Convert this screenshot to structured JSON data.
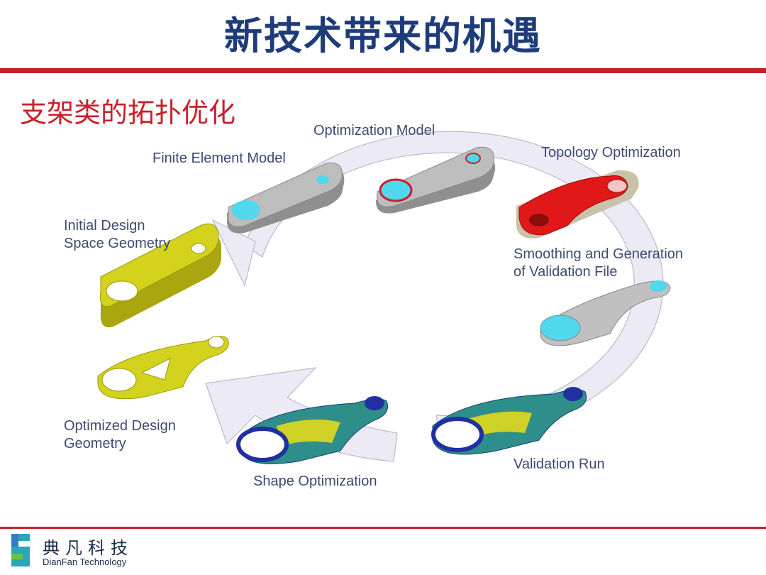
{
  "title": "新技术带来的机遇",
  "subtitle": "支架类的拓扑优化",
  "stages": {
    "initial": [
      "Initial Design",
      "Space Geometry"
    ],
    "finite_element": "Finite Element Model",
    "optimization_model": "Optimization Model",
    "topology": "Topology Optimization",
    "smoothing": [
      "Smoothing and Generation",
      "of Validation File"
    ],
    "validation_run": "Validation Run",
    "shape_optimization": "Shape Optimization",
    "optimized": [
      "Optimized Design",
      "Geometry"
    ]
  },
  "brand": {
    "name_cn": "典凡科技",
    "name_en": "DianFan Technology"
  },
  "colors": {
    "title": "#1f3c7a",
    "accent_red": "#c8202a",
    "part_yellow": "#d3d21c",
    "part_gray": "#b7b7b7",
    "part_red": "#e01818",
    "highlight_cyan": "#4fd8ee",
    "cycle_fill": "#ecebf5"
  }
}
